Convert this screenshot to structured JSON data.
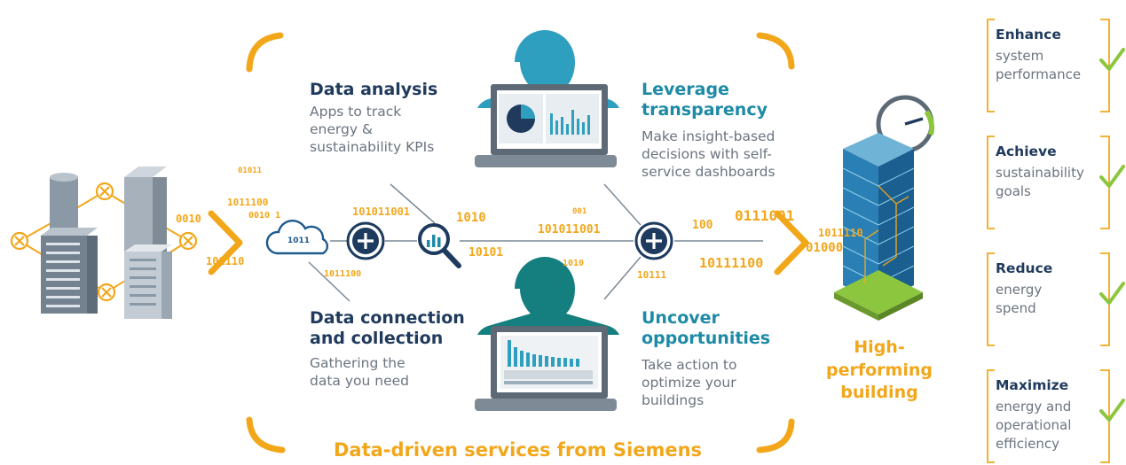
{
  "left_items": [
    {
      "title": "Data analysis",
      "desc": "Apps to track\nenergy &\nsustainability KPIs"
    },
    {
      "title": "Data connection\nand collection",
      "desc": "Gathering the\ndata you need"
    }
  ],
  "right_items": [
    {
      "title": "Leverage\ntransparency",
      "desc": "Make insight-based\ndecisions with self-\nservice dashboards"
    },
    {
      "title": "Uncover\nopportunities",
      "desc": "Take action to\noptimize your\nbuildings"
    }
  ],
  "result_label": "High-\nperforming\nbuilding",
  "footer_label": "Data-driven services from Siemens",
  "cloud_label": "1011",
  "goals": [
    {
      "title": "Enhance",
      "desc": "system\nperformance"
    },
    {
      "title": "Achieve",
      "desc": "sustainability\ngoals"
    },
    {
      "title": "Reduce",
      "desc": "energy\nspend"
    },
    {
      "title": "Maximize",
      "desc": "energy and\noperational\nefficiency"
    }
  ],
  "binary_strings": [
    "01011",
    "1011100",
    "0010 1",
    "0010",
    "101110",
    "1011100",
    "101011001",
    "1010",
    "001",
    "101011001",
    "10101",
    "1010",
    "100",
    "10111",
    "10111100",
    "0111001",
    "1011110",
    "01000"
  ],
  "colors": {
    "navy": "#1f3a5c",
    "teal": "#1d8aa6",
    "orange": "#f2a71b",
    "green": "#8cc63f",
    "gray": "#6b7480"
  }
}
